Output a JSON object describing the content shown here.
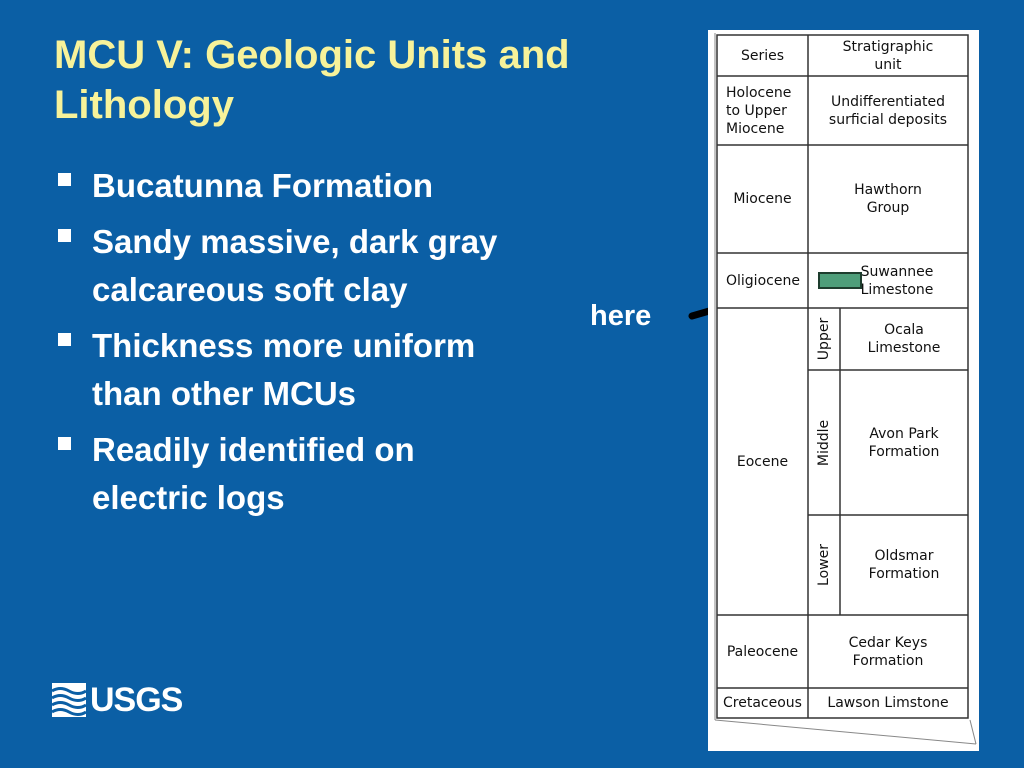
{
  "slide": {
    "title": "MCU V: Geologic Units and Lithology",
    "bullets": [
      "Bucatunna Formation",
      "Sandy massive, dark gray calcareous soft clay",
      "Thickness more uniform than other MCUs",
      "Readily identified on electric logs"
    ],
    "arrow_label": "here",
    "logo_text": "USGS"
  },
  "strat_table": {
    "header_series": "Series",
    "header_unit": "Stratigraphic\nunit",
    "series": {
      "holocene": "Holocene\nto Upper\nMiocene",
      "miocene": "Miocene",
      "oligocene": "Oligiocene",
      "eocene": "Eocene",
      "paleocene": "Paleocene",
      "cretaceous": "Cretaceous"
    },
    "subdivisions": {
      "upper": "Upper",
      "middle": "Middle",
      "lower": "Lower"
    },
    "units": {
      "undifferentiated": "Undifferentiated\nsurficial deposits",
      "hawthorn": "Hawthorn\nGroup",
      "suwannee": "Suwannee\nLimestone",
      "ocala": "Ocala\nLimestone",
      "avon_park": "Avon Park\nFormation",
      "oldsmar": "Oldsmar\nFormation",
      "cedar_keys": "Cedar Keys\nFormation",
      "lawson": "Lawson Limstone"
    }
  },
  "colors": {
    "background": "#0b5fa5",
    "title": "#f7f29a",
    "highlight": "#4e9e7a"
  }
}
